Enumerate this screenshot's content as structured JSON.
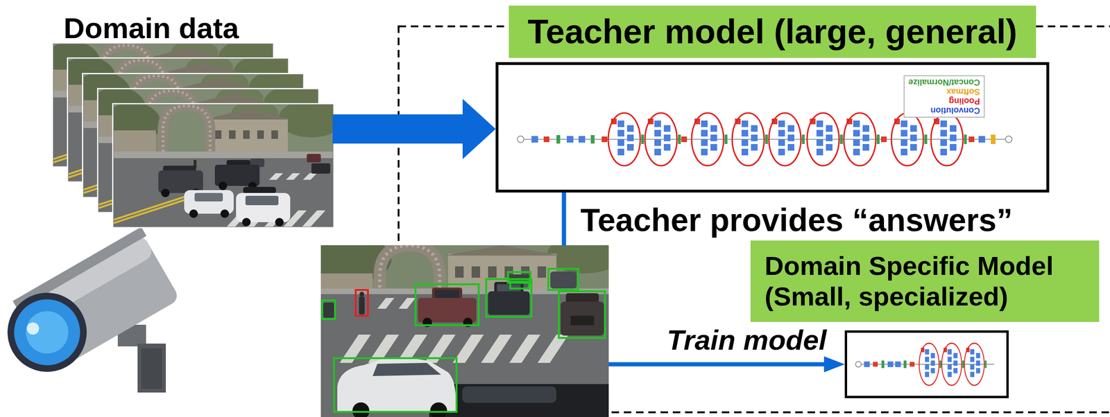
{
  "diagram": {
    "nodes": [
      {
        "text": [
          "Domain data"
        ]
      },
      {
        "text": [
          "Teacher model (large, general)"
        ]
      },
      {
        "text": [
          "Domain Specific Model (Small, specialized)"
        ]
      }
    ],
    "edges": [
      {
        "from": 0,
        "to": 1,
        "arrow": "to"
      },
      {
        "from": 1,
        "to": 2,
        "label": "Train model",
        "arrow": "to"
      }
    ],
    "labels": [
      "Teacher provides “answers”",
      "Convolution",
      "Pooling",
      "Softmax",
      "Concat/Normalize"
    ]
  }
}
